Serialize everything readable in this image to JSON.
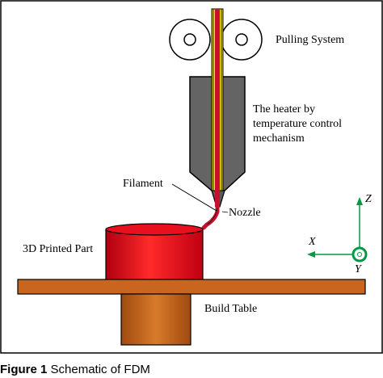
{
  "labels": {
    "pulling_system": "Pulling System",
    "heater_line1": "The heater by",
    "heater_line2": "temperature control",
    "heater_line3": "mechanism",
    "filament": "Filament",
    "nozzle": "Nozzle",
    "printed_part": "3D Printed Part",
    "build_table": "Build Table"
  },
  "axes": {
    "z": "Z",
    "x": "X",
    "y": "Y"
  },
  "caption": {
    "prefix": "Figure 1",
    "text": "Schematic of FDM"
  },
  "colors": {
    "frame": "#000000",
    "roller_fill": "#ffffff",
    "heater_body": "#646464",
    "filament_red": "#c8102e",
    "filament_yellow": "#f2e600",
    "part_red": "#e0101e",
    "table_brown": "#c8651e",
    "pillar_brown": "#c86a1e",
    "axis_green": "#009944"
  }
}
